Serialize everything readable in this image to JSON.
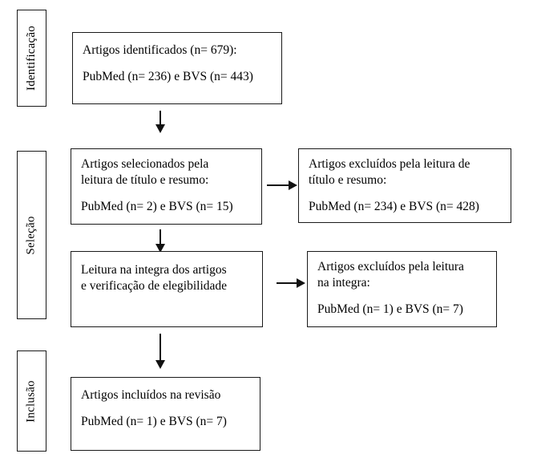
{
  "diagram": {
    "type": "prisma-flow-diagram",
    "language": "pt-BR",
    "stages": [
      {
        "id": "identificacao",
        "label": "Identificação"
      },
      {
        "id": "selecao",
        "label": "Seleção"
      },
      {
        "id": "inclusao",
        "label": "Inclusão"
      }
    ],
    "boxes": {
      "identified": {
        "line1": "Artigos identificados (n= 679):",
        "line2": "PubMed (n= 236) e BVS (n= 443)"
      },
      "screened": {
        "line1": "Artigos selecionados pela",
        "line2": "leitura de título e resumo:",
        "line3": "PubMed (n= 2) e BVS (n= 15)"
      },
      "excluded_title_abstract": {
        "line1": "Artigos excluídos pela leitura de",
        "line2": "título e resumo:",
        "line3": "PubMed (n= 234) e BVS (n= 428)"
      },
      "fulltext": {
        "line1": "Leitura na integra dos artigos",
        "line2": "e verificação de elegibilidade"
      },
      "excluded_fulltext": {
        "line1": "Artigos excluídos pela leitura",
        "line2": "na integra:",
        "line3": "PubMed (n= 1) e BVS (n= 7)"
      },
      "included": {
        "line1": "Artigos incluídos na revisão",
        "line2": "PubMed (n= 1) e BVS (n= 7)"
      }
    },
    "counts": {
      "total_identified": 679,
      "pubmed_identified": 236,
      "bvs_identified": 443,
      "pubmed_screened": 2,
      "bvs_screened": 15,
      "pubmed_excluded_title_abstract": 234,
      "bvs_excluded_title_abstract": 428,
      "pubmed_excluded_fulltext": 1,
      "bvs_excluded_fulltext": 7,
      "pubmed_included": 1,
      "bvs_included": 7
    },
    "colors": {
      "border": "#1a1a1a",
      "arrow": "#111111",
      "background": "#ffffff",
      "text": "#000000"
    }
  }
}
